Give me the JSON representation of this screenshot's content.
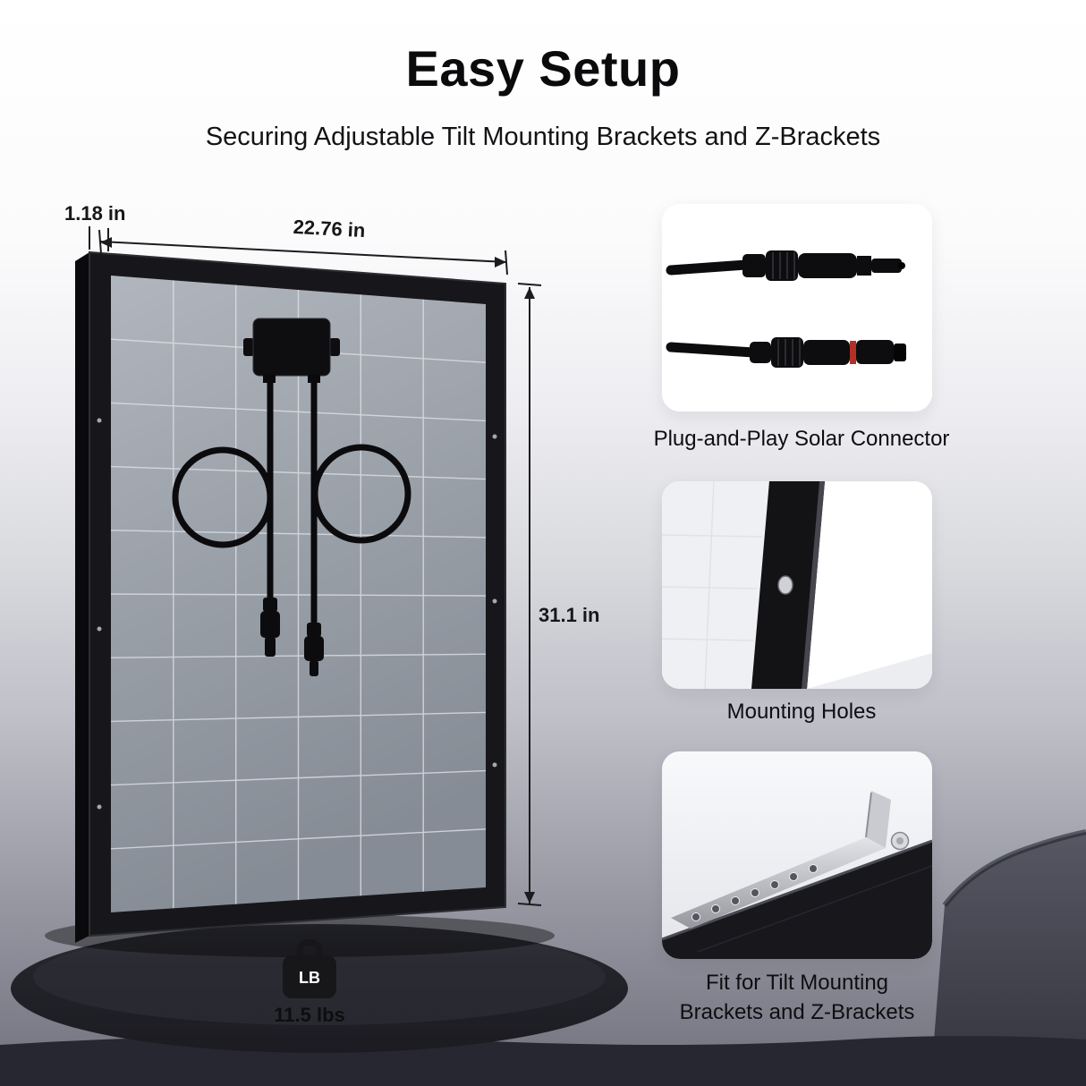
{
  "header": {
    "title": "Easy Setup",
    "subtitle": "Securing Adjustable Tilt Mounting Brackets and Z-Brackets"
  },
  "dimensions": {
    "thickness": "1.18 in",
    "width": "22.76 in",
    "height": "31.1 in"
  },
  "weight": {
    "icon_label": "LB",
    "value": "11.5 lbs"
  },
  "features": [
    {
      "caption": "Plug-and-Play Solar Connector"
    },
    {
      "caption": "Mounting Holes"
    },
    {
      "caption": "Fit for Tilt Mounting Brackets and Z-Brackets"
    }
  ],
  "colors": {
    "frame_black": "#17171b",
    "backsheet_gray": "#9aa0a8",
    "platform_dark": "#26262d",
    "connector_ring_red": "#b23127"
  }
}
